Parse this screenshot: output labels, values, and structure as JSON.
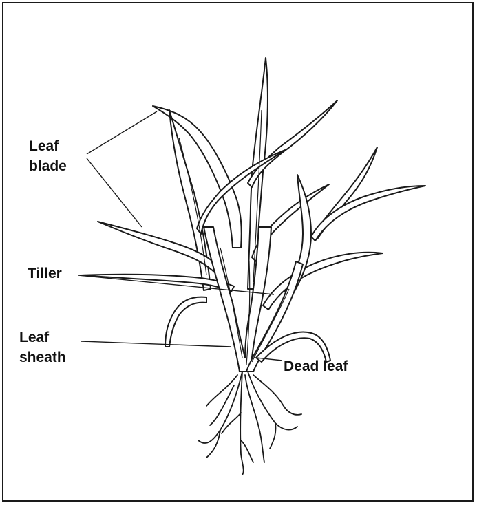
{
  "diagram": {
    "labels": {
      "leaf_blade_line1": "Leaf",
      "leaf_blade_line2": "blade",
      "tiller": "Tiller",
      "leaf_sheath_line1": "Leaf",
      "leaf_sheath_line2": "sheath",
      "dead_leaf": "Dead leaf"
    },
    "colors": {
      "ink": "#1a1a1a",
      "background": "#ffffff"
    }
  }
}
